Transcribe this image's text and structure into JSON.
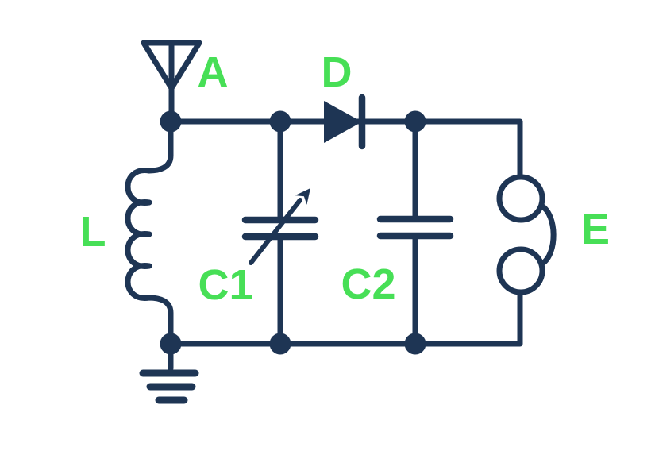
{
  "colors": {
    "wire": "#1e3554",
    "label": "#47df56",
    "background": "#ffffff"
  },
  "labels": {
    "antenna": "A",
    "coil": "L",
    "variable_capacitor": "C1",
    "diode": "D",
    "capacitor": "C2",
    "earphone": "E"
  },
  "symbols": [
    {
      "ref": "A",
      "icon": "antenna-icon"
    },
    {
      "ref": "L",
      "icon": "inductor-coil-icon"
    },
    {
      "ref": "C1",
      "icon": "variable-capacitor-icon"
    },
    {
      "ref": "D",
      "icon": "diode-icon"
    },
    {
      "ref": "C2",
      "icon": "capacitor-icon"
    },
    {
      "ref": "E",
      "icon": "earphone-icon"
    },
    {
      "ref": "GND",
      "icon": "ground-icon"
    }
  ]
}
